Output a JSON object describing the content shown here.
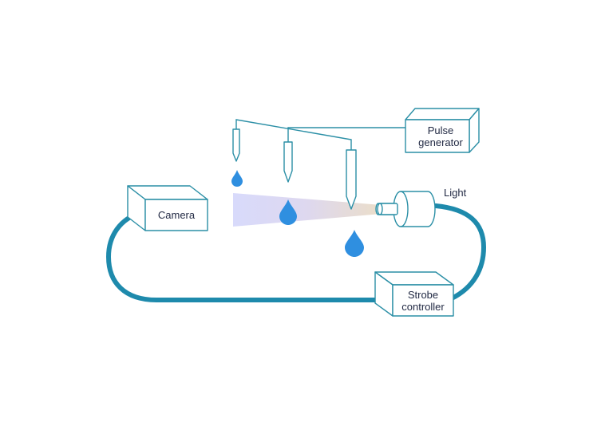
{
  "labels": {
    "pulse_generator_line1": "Pulse",
    "pulse_generator_line2": "generator",
    "camera": "Camera",
    "light": "Light",
    "strobe_line1": "Strobe",
    "strobe_line2": "controller"
  },
  "colors": {
    "outline": "#2b8fa6",
    "cable": "#1e8aac",
    "droplet": "#2f8fe0",
    "text": "#222a44"
  }
}
